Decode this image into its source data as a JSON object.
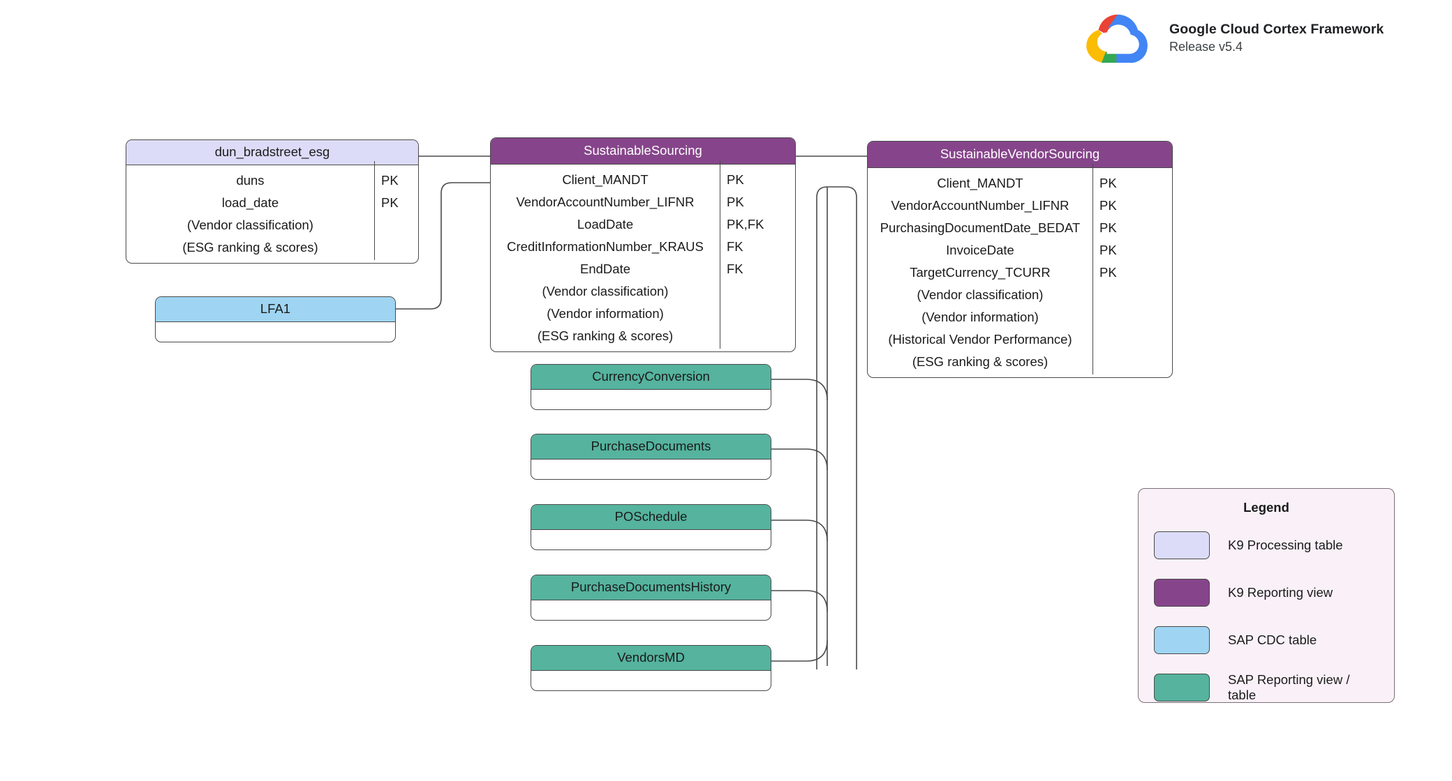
{
  "brand": {
    "title": "Google Cloud Cortex Framework",
    "release": "Release v5.4",
    "logo_icon": "google-cloud-logo",
    "logo_colors": [
      "#ea4335",
      "#fbbc04",
      "#34a853",
      "#4285f4"
    ]
  },
  "colors": {
    "k9_processing_table": "#dcdcf8",
    "k9_reporting_view": "#86458a",
    "sap_cdc_table": "#9fd5f2",
    "sap_reporting_view": "#55b39e",
    "box_border": "#4a4a4a",
    "legend_background": "#f9f1f7",
    "connector": "#4a4a4a"
  },
  "entities": [
    {
      "name": "dun_bradstreet_esg",
      "type": "k9_processing_table",
      "fields": [
        {
          "field": "duns",
          "key": "PK"
        },
        {
          "field": "load_date",
          "key": "PK"
        },
        {
          "field": "(Vendor classification)",
          "key": ""
        },
        {
          "field": "(ESG ranking & scores)",
          "key": ""
        }
      ]
    },
    {
      "name": "SustainableSourcing",
      "type": "k9_reporting_view",
      "fields": [
        {
          "field": "Client_MANDT",
          "key": "PK"
        },
        {
          "field": "VendorAccountNumber_LIFNR",
          "key": "PK"
        },
        {
          "field": "LoadDate",
          "key": "PK,FK"
        },
        {
          "field": "CreditInformationNumber_KRAUS",
          "key": "FK"
        },
        {
          "field": "EndDate",
          "key": "FK"
        },
        {
          "field": "(Vendor classification)",
          "key": ""
        },
        {
          "field": "(Vendor information)",
          "key": ""
        },
        {
          "field": "(ESG ranking & scores)",
          "key": ""
        }
      ]
    },
    {
      "name": "SustainableVendorSourcing",
      "type": "k9_reporting_view",
      "fields": [
        {
          "field": "Client_MANDT",
          "key": "PK"
        },
        {
          "field": "VendorAccountNumber_LIFNR",
          "key": "PK"
        },
        {
          "field": "PurchasingDocumentDate_BEDAT",
          "key": "PK"
        },
        {
          "field": "InvoiceDate",
          "key": "PK"
        },
        {
          "field": "TargetCurrency_TCURR",
          "key": "PK"
        },
        {
          "field": "(Vendor classification)",
          "key": ""
        },
        {
          "field": "(Vendor information)",
          "key": ""
        },
        {
          "field": "(Historical Vendor Performance)",
          "key": ""
        },
        {
          "field": "(ESG ranking & scores)",
          "key": ""
        }
      ]
    },
    {
      "name": "LFA1",
      "type": "sap_cdc_table",
      "fields": []
    },
    {
      "name": "CurrencyConversion",
      "type": "sap_reporting_view",
      "fields": []
    },
    {
      "name": "PurchaseDocuments",
      "type": "sap_reporting_view",
      "fields": []
    },
    {
      "name": "POSchedule",
      "type": "sap_reporting_view",
      "fields": []
    },
    {
      "name": "PurchaseDocumentsHistory",
      "type": "sap_reporting_view",
      "fields": []
    },
    {
      "name": "VendorsMD",
      "type": "sap_reporting_view",
      "fields": []
    }
  ],
  "legend": {
    "title": "Legend",
    "items": [
      {
        "label": "K9 Processing table",
        "color": "#dcdcf8"
      },
      {
        "label": "K9 Reporting view",
        "color": "#86458a"
      },
      {
        "label": "SAP CDC table",
        "color": "#9fd5f2"
      },
      {
        "label": "SAP Reporting view / table",
        "color": "#55b39e"
      }
    ]
  }
}
